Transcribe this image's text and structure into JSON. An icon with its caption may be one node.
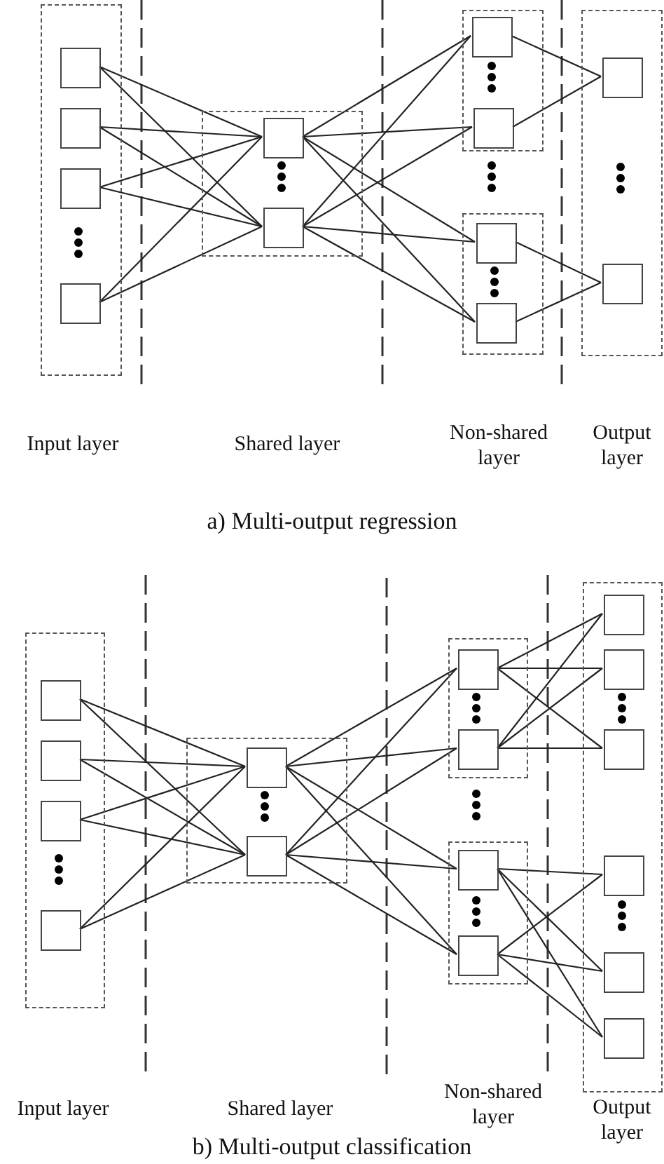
{
  "diagram": {
    "nodes": [
      {
        "text": [],
        "shape": "box"
      },
      {
        "text": [],
        "shape": "box",
        "in": 0
      },
      {
        "text": [],
        "shape": "box",
        "in": 0
      },
      {
        "text": [],
        "shape": "box",
        "in": 0
      },
      {
        "text": [],
        "shape": "box",
        "in": 0
      },
      {
        "text": [],
        "shape": "box"
      },
      {
        "text": [],
        "shape": "box",
        "in": 5
      },
      {
        "text": [],
        "shape": "box",
        "in": 5
      },
      {
        "text": [],
        "shape": "box"
      },
      {
        "text": [],
        "shape": "box",
        "in": 8
      },
      {
        "text": [],
        "shape": "box",
        "in": 8
      },
      {
        "text": [],
        "shape": "box"
      },
      {
        "text": [],
        "shape": "box",
        "in": 11
      },
      {
        "text": [],
        "shape": "box",
        "in": 11
      },
      {
        "text": [],
        "shape": "box"
      },
      {
        "text": [],
        "shape": "box",
        "in": 14
      },
      {
        "text": [],
        "shape": "box",
        "in": 14
      },
      {
        "text": [],
        "shape": "box"
      },
      {
        "text": [],
        "shape": "box",
        "in": 17
      },
      {
        "text": [],
        "shape": "box",
        "in": 17
      },
      {
        "text": [],
        "shape": "box",
        "in": 17
      },
      {
        "text": [],
        "shape": "box",
        "in": 17
      },
      {
        "text": [],
        "shape": "box"
      },
      {
        "text": [],
        "shape": "box",
        "in": 22
      },
      {
        "text": [],
        "shape": "box",
        "in": 22
      },
      {
        "text": [],
        "shape": "box"
      },
      {
        "text": [],
        "shape": "box",
        "in": 25
      },
      {
        "text": [],
        "shape": "box",
        "in": 25
      },
      {
        "text": [],
        "shape": "box"
      },
      {
        "text": [],
        "shape": "box",
        "in": 28
      },
      {
        "text": [],
        "shape": "box",
        "in": 28
      },
      {
        "text": [],
        "shape": "box"
      },
      {
        "text": [],
        "shape": "box",
        "in": 31
      },
      {
        "text": [],
        "shape": "box",
        "in": 31
      },
      {
        "text": [],
        "shape": "box",
        "in": 31
      },
      {
        "text": [],
        "shape": "box",
        "in": 31
      },
      {
        "text": [],
        "shape": "box",
        "in": 31
      },
      {
        "text": [],
        "shape": "box",
        "in": 31
      }
    ],
    "edges": [
      {
        "from": 1,
        "to": 6,
        "arrow": "none"
      },
      {
        "from": 1,
        "to": 7,
        "arrow": "none"
      },
      {
        "from": 2,
        "to": 6,
        "arrow": "none"
      },
      {
        "from": 2,
        "to": 7,
        "arrow": "none"
      },
      {
        "from": 3,
        "to": 6,
        "arrow": "none"
      },
      {
        "from": 3,
        "to": 7,
        "arrow": "none"
      },
      {
        "from": 4,
        "to": 6,
        "arrow": "none"
      },
      {
        "from": 4,
        "to": 7,
        "arrow": "none"
      },
      {
        "from": 6,
        "to": 9,
        "arrow": "none"
      },
      {
        "from": 6,
        "to": 10,
        "arrow": "none"
      },
      {
        "from": 6,
        "to": 12,
        "arrow": "none"
      },
      {
        "from": 6,
        "to": 13,
        "arrow": "none"
      },
      {
        "from": 7,
        "to": 9,
        "arrow": "none"
      },
      {
        "from": 7,
        "to": 10,
        "arrow": "none"
      },
      {
        "from": 7,
        "to": 12,
        "arrow": "none"
      },
      {
        "from": 7,
        "to": 13,
        "arrow": "none"
      },
      {
        "from": 9,
        "to": 15,
        "arrow": "none"
      },
      {
        "from": 10,
        "to": 15,
        "arrow": "none"
      },
      {
        "from": 12,
        "to": 16,
        "arrow": "none"
      },
      {
        "from": 13,
        "to": 16,
        "arrow": "none"
      },
      {
        "from": 18,
        "to": 23,
        "arrow": "none"
      },
      {
        "from": 18,
        "to": 24,
        "arrow": "none"
      },
      {
        "from": 19,
        "to": 23,
        "arrow": "none"
      },
      {
        "from": 19,
        "to": 24,
        "arrow": "none"
      },
      {
        "from": 20,
        "to": 23,
        "arrow": "none"
      },
      {
        "from": 20,
        "to": 24,
        "arrow": "none"
      },
      {
        "from": 21,
        "to": 23,
        "arrow": "none"
      },
      {
        "from": 21,
        "to": 24,
        "arrow": "none"
      },
      {
        "from": 23,
        "to": 26,
        "arrow": "none"
      },
      {
        "from": 23,
        "to": 27,
        "arrow": "none"
      },
      {
        "from": 23,
        "to": 29,
        "arrow": "none"
      },
      {
        "from": 23,
        "to": 30,
        "arrow": "none"
      },
      {
        "from": 24,
        "to": 26,
        "arrow": "none"
      },
      {
        "from": 24,
        "to": 27,
        "arrow": "none"
      },
      {
        "from": 24,
        "to": 29,
        "arrow": "none"
      },
      {
        "from": 24,
        "to": 30,
        "arrow": "none"
      },
      {
        "from": 26,
        "to": 32,
        "arrow": "none"
      },
      {
        "from": 26,
        "to": 33,
        "arrow": "none"
      },
      {
        "from": 26,
        "to": 34,
        "arrow": "none"
      },
      {
        "from": 27,
        "to": 32,
        "arrow": "none"
      },
      {
        "from": 27,
        "to": 33,
        "arrow": "none"
      },
      {
        "from": 27,
        "to": 34,
        "arrow": "none"
      },
      {
        "from": 29,
        "to": 35,
        "arrow": "none"
      },
      {
        "from": 29,
        "to": 36,
        "arrow": "none"
      },
      {
        "from": 29,
        "to": 37,
        "arrow": "none"
      },
      {
        "from": 30,
        "to": 35,
        "arrow": "none"
      },
      {
        "from": 30,
        "to": 36,
        "arrow": "none"
      },
      {
        "from": 30,
        "to": 37,
        "arrow": "none"
      }
    ],
    "labels": [
      "Input layer",
      "Shared layer",
      "Non-shared layer",
      "Output layer",
      "a) Multi-output regression",
      "Input layer",
      "Shared layer",
      "Non-shared layer",
      "Output layer",
      "b) Multi-output classification"
    ]
  }
}
